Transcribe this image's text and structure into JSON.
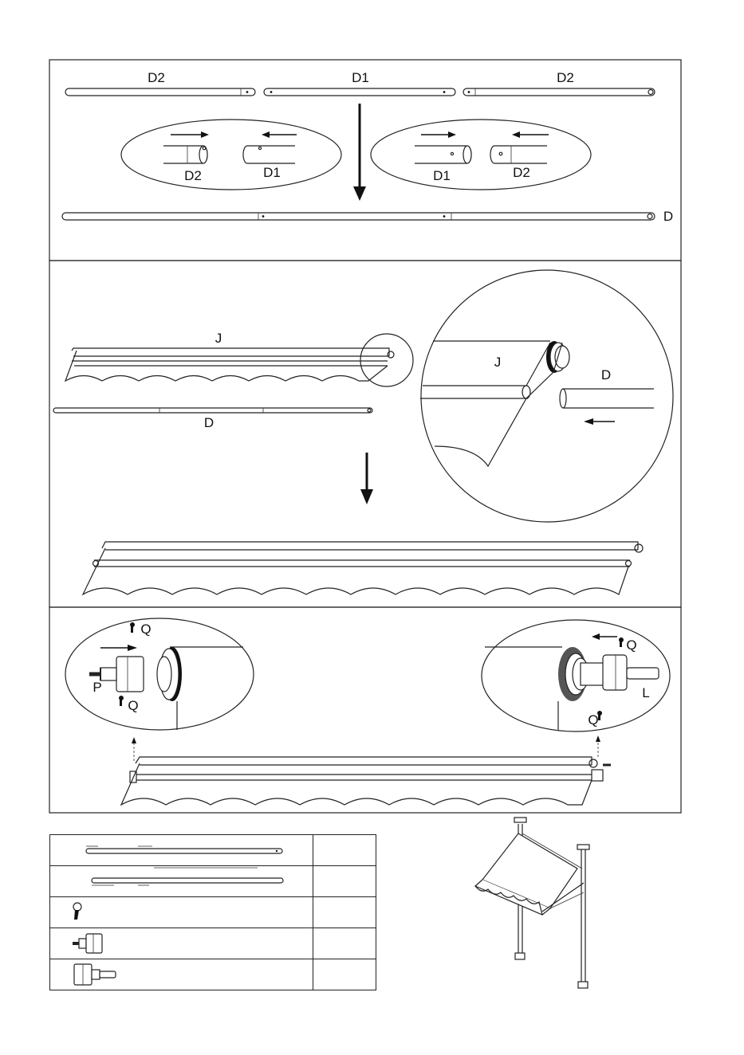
{
  "panel1": {
    "label_left": "D2",
    "label_mid": "D1",
    "label_right": "D2",
    "zoom_left_a": "D2",
    "zoom_left_b": "D1",
    "zoom_right_a": "D1",
    "zoom_right_b": "D2",
    "label_result": "D"
  },
  "panel2": {
    "label_canopy": "J",
    "label_pole": "D",
    "zoom_canopy": "J",
    "zoom_pole": "D"
  },
  "panel3": {
    "left_top": "Q",
    "left_plug": "P",
    "left_bottom": "Q",
    "right_top": "Q",
    "right_plug": "L",
    "right_bottom": "Q"
  },
  "parts": {
    "rows": [
      "long-pole",
      "short-pole",
      "screw",
      "end-plug-p",
      "end-plug-l"
    ],
    "quantities": [
      "",
      "",
      "",
      "",
      ""
    ]
  },
  "colors": {
    "line": "#222222",
    "background": "#ffffff"
  }
}
